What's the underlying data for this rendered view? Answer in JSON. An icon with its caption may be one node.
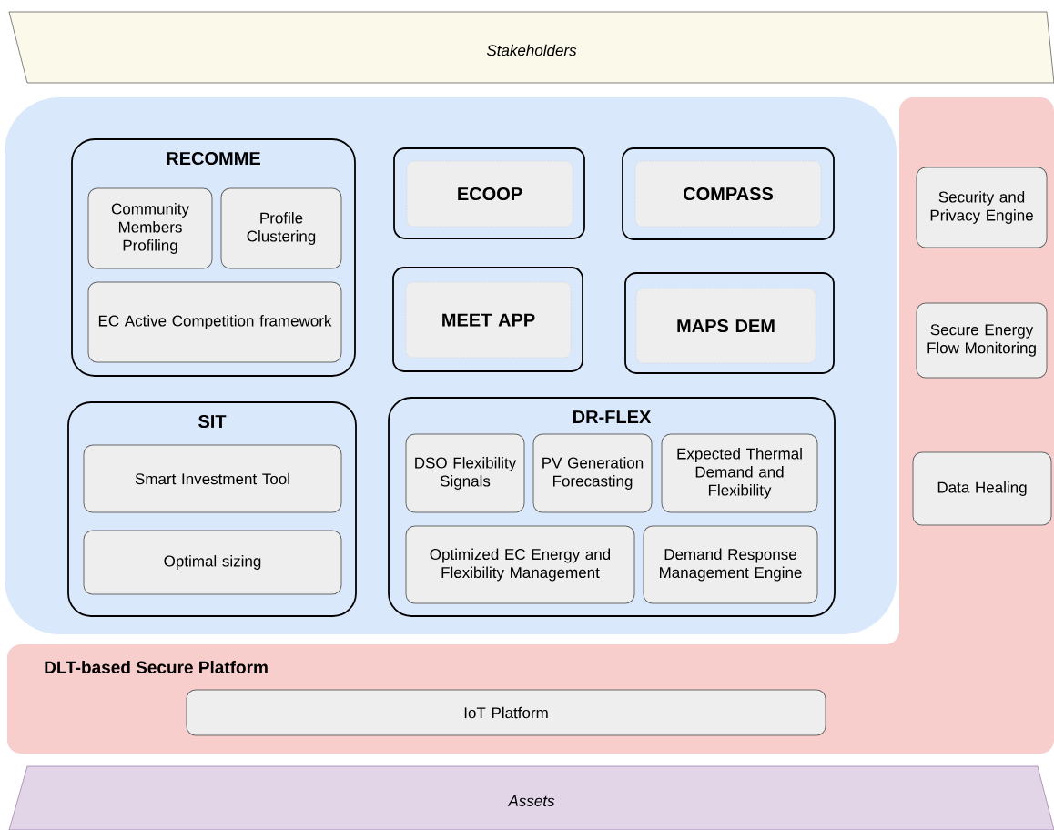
{
  "diagram": {
    "nodes": [
      {
        "text": [
          "Stakeholders"
        ]
      },
      {
        "text": [],
        "shape": "box"
      },
      {
        "text": [
          "RECOMME"
        ],
        "in": 1
      },
      {
        "text": [
          "Community Members Profiling"
        ],
        "in": 2
      },
      {
        "text": [
          "Profile Clustering"
        ],
        "in": 2
      },
      {
        "text": [
          "EC Active Competition framework"
        ],
        "in": 2
      },
      {
        "text": [],
        "shape": "box",
        "in": 1
      },
      {
        "text": [
          "ECOOP"
        ],
        "in": 6
      },
      {
        "text": [],
        "shape": "box",
        "in": 1
      },
      {
        "text": [
          "COMPASS"
        ],
        "in": 8
      },
      {
        "text": [],
        "shape": "box",
        "in": 1
      },
      {
        "text": [
          "MEET APP"
        ],
        "in": 10
      },
      {
        "text": [],
        "shape": "box",
        "in": 1
      },
      {
        "text": [
          "MAPS DEM"
        ],
        "in": 12
      },
      {
        "text": [
          "SIT"
        ],
        "in": 1
      },
      {
        "text": [
          "Smart Investment Tool"
        ],
        "in": 14
      },
      {
        "text": [
          "Optimal sizing"
        ],
        "in": 14
      },
      {
        "text": [
          "DR-FLEX"
        ],
        "in": 1
      },
      {
        "text": [
          "DSO Flexibility Signals"
        ],
        "in": 17
      },
      {
        "text": [
          "PV Generation Forecasting"
        ],
        "in": 17
      },
      {
        "text": [
          "Expected Thermal Demand and Flexibility"
        ],
        "in": 17
      },
      {
        "text": [
          "Optimized EC Energy and Flexibility Management"
        ],
        "in": 17
      },
      {
        "text": [
          "Demand Response Management Engine"
        ],
        "in": 17
      },
      {
        "text": [
          "DLT-based Secure Platform"
        ]
      },
      {
        "text": [
          "Security and Privacy Engine"
        ],
        "in": 23
      },
      {
        "text": [
          "Secure Energy Flow Monitoring"
        ],
        "in": 23
      },
      {
        "text": [
          "Data Healing"
        ],
        "in": 23
      },
      {
        "text": [
          "IoT Platform"
        ],
        "in": 23
      },
      {
        "text": [
          "Assets"
        ]
      }
    ]
  }
}
